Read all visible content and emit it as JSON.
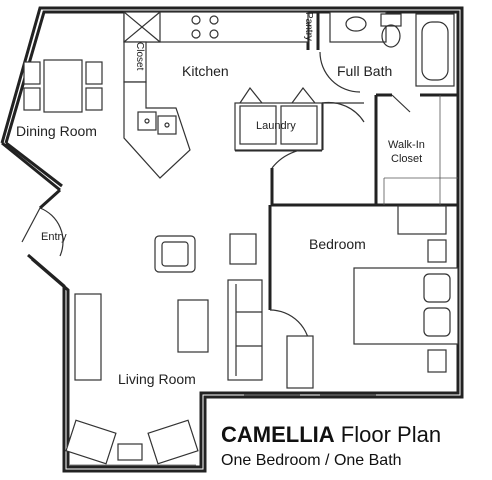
{
  "rooms": {
    "kitchen": "Kitchen",
    "full_bath": "Full Bath",
    "dining_room": "Dining Room",
    "laundry": "Laundry",
    "walk_in_closet_line1": "Walk-In",
    "walk_in_closet_line2": "Closet",
    "entry": "Entry",
    "bedroom": "Bedroom",
    "living_room": "Living Room",
    "closet": "Closet",
    "pantry": "Pantry"
  },
  "title": {
    "name": "CAMELLIA",
    "suffix": "Floor Plan",
    "subtitle": "One Bedroom / One Bath"
  }
}
